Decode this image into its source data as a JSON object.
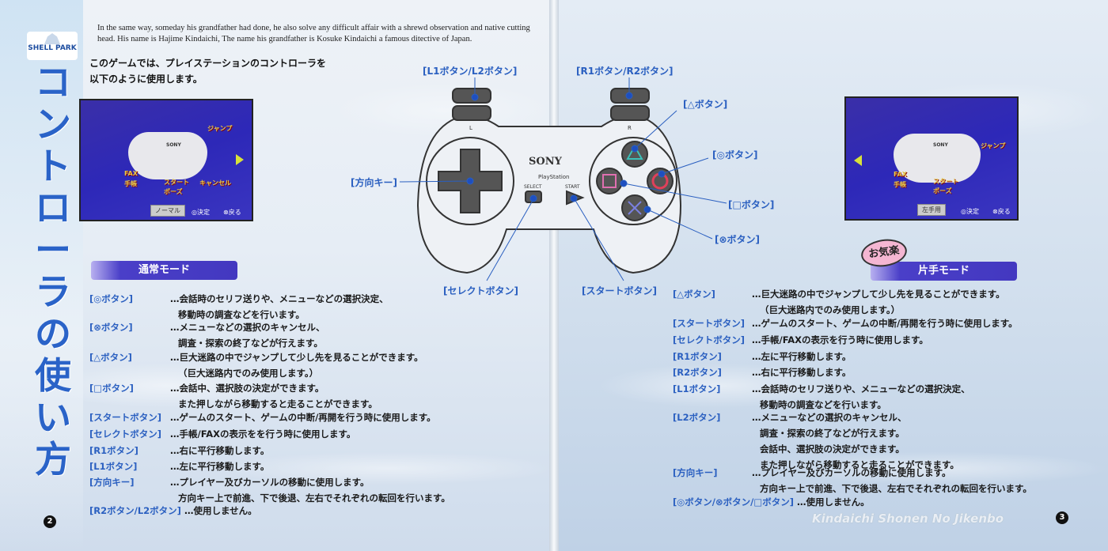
{
  "left_page": {
    "logo": "SHELL PARK",
    "title": "コントローラの使い方",
    "english_text": "In the same way, someday his grandfather had done, he also solve any difficult affair with a shrewd observation and native cutting head. His name is Hajime Kindaichi, The name his grandfather is Kosuke Kindaichi a famous ditective of  Japan.",
    "intro_line1": "このゲームでは、プレイステーションのコントローラを",
    "intro_line2": "以下のように使用します。",
    "screenshot": {
      "labels": [
        "ジャンプ",
        "SONY",
        "FAX",
        "手帳",
        "スタート",
        "ポーズ",
        "キャンセル"
      ],
      "mode_button": "ノーマル",
      "confirm": "◎決定",
      "back": "⊗戻る"
    },
    "mode_title": "通常モード",
    "entries": [
      {
        "key": "[◎ボタン]",
        "desc": [
          "…会話時のセリフ送りや、メニューなどの選択決定、",
          "移動時の調査などを行います。"
        ]
      },
      {
        "key": "[⊗ボタン]",
        "desc": [
          "…メニューなどの選択のキャンセル、",
          "調査・探索の終了などが行えます。"
        ]
      },
      {
        "key": "[△ボタン]",
        "desc": [
          "…巨大迷路の中でジャンプして少し先を見ることができます。",
          "（巨大迷路内でのみ使用します。）"
        ]
      },
      {
        "key": "[□ボタン]",
        "desc": [
          "…会話中、選択肢の決定ができます。",
          "また押しながら移動すると走ることができます。"
        ]
      },
      {
        "key": "[スタートボタン]",
        "desc": [
          "…ゲームのスタート、ゲームの中断/再開を行う時に使用します。"
        ]
      },
      {
        "key": "[セレクトボタン]",
        "desc": [
          "…手帳/FAXの表示をを行う時に使用します。"
        ]
      },
      {
        "key": "[R1ボタン]",
        "desc": [
          "…右に平行移動します。"
        ]
      },
      {
        "key": "[L1ボタン]",
        "desc": [
          "…左に平行移動します。"
        ]
      },
      {
        "key": "[方向キー]",
        "desc": [
          "…プレイヤー及びカーソルの移動に使用します。",
          "方向キー上で前進、下で後退、左右でそれぞれの転回を行います。"
        ]
      },
      {
        "key": "[R2ボタン/L2ボタン]",
        "desc": [
          "…使用しません。"
        ]
      }
    ],
    "page_number": "2"
  },
  "controller": {
    "brand": "SONY",
    "platform": "PlayStation",
    "select": "SELECT",
    "start": "START",
    "l": "L",
    "r": "R",
    "labels": {
      "l1l2": "[L1ボタン/L2ボタン]",
      "r1r2": "[R1ボタン/R2ボタン]",
      "triangle": "[△ボタン]",
      "circle": "[◎ボタン]",
      "square": "[□ボタン]",
      "cross": "[⊗ボタン]",
      "dpad": "[方向キー]",
      "select": "[セレクトボタン]",
      "start": "[スタートボタン]"
    }
  },
  "right_page": {
    "screenshot": {
      "labels": [
        "SONY",
        "FAX",
        "手帳",
        "スタート",
        "ポーズ",
        "ジャンプ"
      ],
      "mode_button": "左手用",
      "confirm": "◎決定",
      "back": "⊗戻る"
    },
    "bubble": "お気楽",
    "mode_title": "片手モード",
    "entries": [
      {
        "key": "[△ボタン]",
        "desc": [
          "…巨大迷路の中でジャンプして少し先を見ることができます。",
          "（巨大迷路内でのみ使用します。）"
        ]
      },
      {
        "key": "[スタートボタン]",
        "desc": [
          "…ゲームのスタート、ゲームの中断/再開を行う時に使用します。"
        ]
      },
      {
        "key": "[セレクトボタン]",
        "desc": [
          "…手帳/FAXの表示を行う時に使用します。"
        ]
      },
      {
        "key": "[R1ボタン]",
        "desc": [
          "…左に平行移動します。"
        ]
      },
      {
        "key": "[R2ボタン]",
        "desc": [
          "…右に平行移動します。"
        ]
      },
      {
        "key": "[L1ボタン]",
        "desc": [
          "…会話時のセリフ送りや、メニューなどの選択決定、",
          "移動時の調査などを行います。"
        ]
      },
      {
        "key": "[L2ボタン]",
        "desc": [
          "…メニューなどの選択のキャンセル、",
          "調査・探索の終了などが行えます。",
          "会話中、選択肢の決定ができます。",
          "また押しながら移動すると走ることができます。"
        ]
      },
      {
        "key": "[方向キー]",
        "desc": [
          "…プレイヤー及びカーソルの移動に使用します。",
          "方向キー上で前進、下で後退、左右でそれぞれの転回を行います。"
        ]
      },
      {
        "key": "[◎ボタン/⊗ボタン/□ボタン]",
        "desc": [
          "…使用しません。"
        ]
      }
    ],
    "footer": "Kindaichi Shonen No Jikenbo",
    "page_number": "3"
  },
  "colors": {
    "accent_blue": "#2a5fc0",
    "mode_bar": "#4338c0",
    "title_blue": "#2a63c8"
  }
}
